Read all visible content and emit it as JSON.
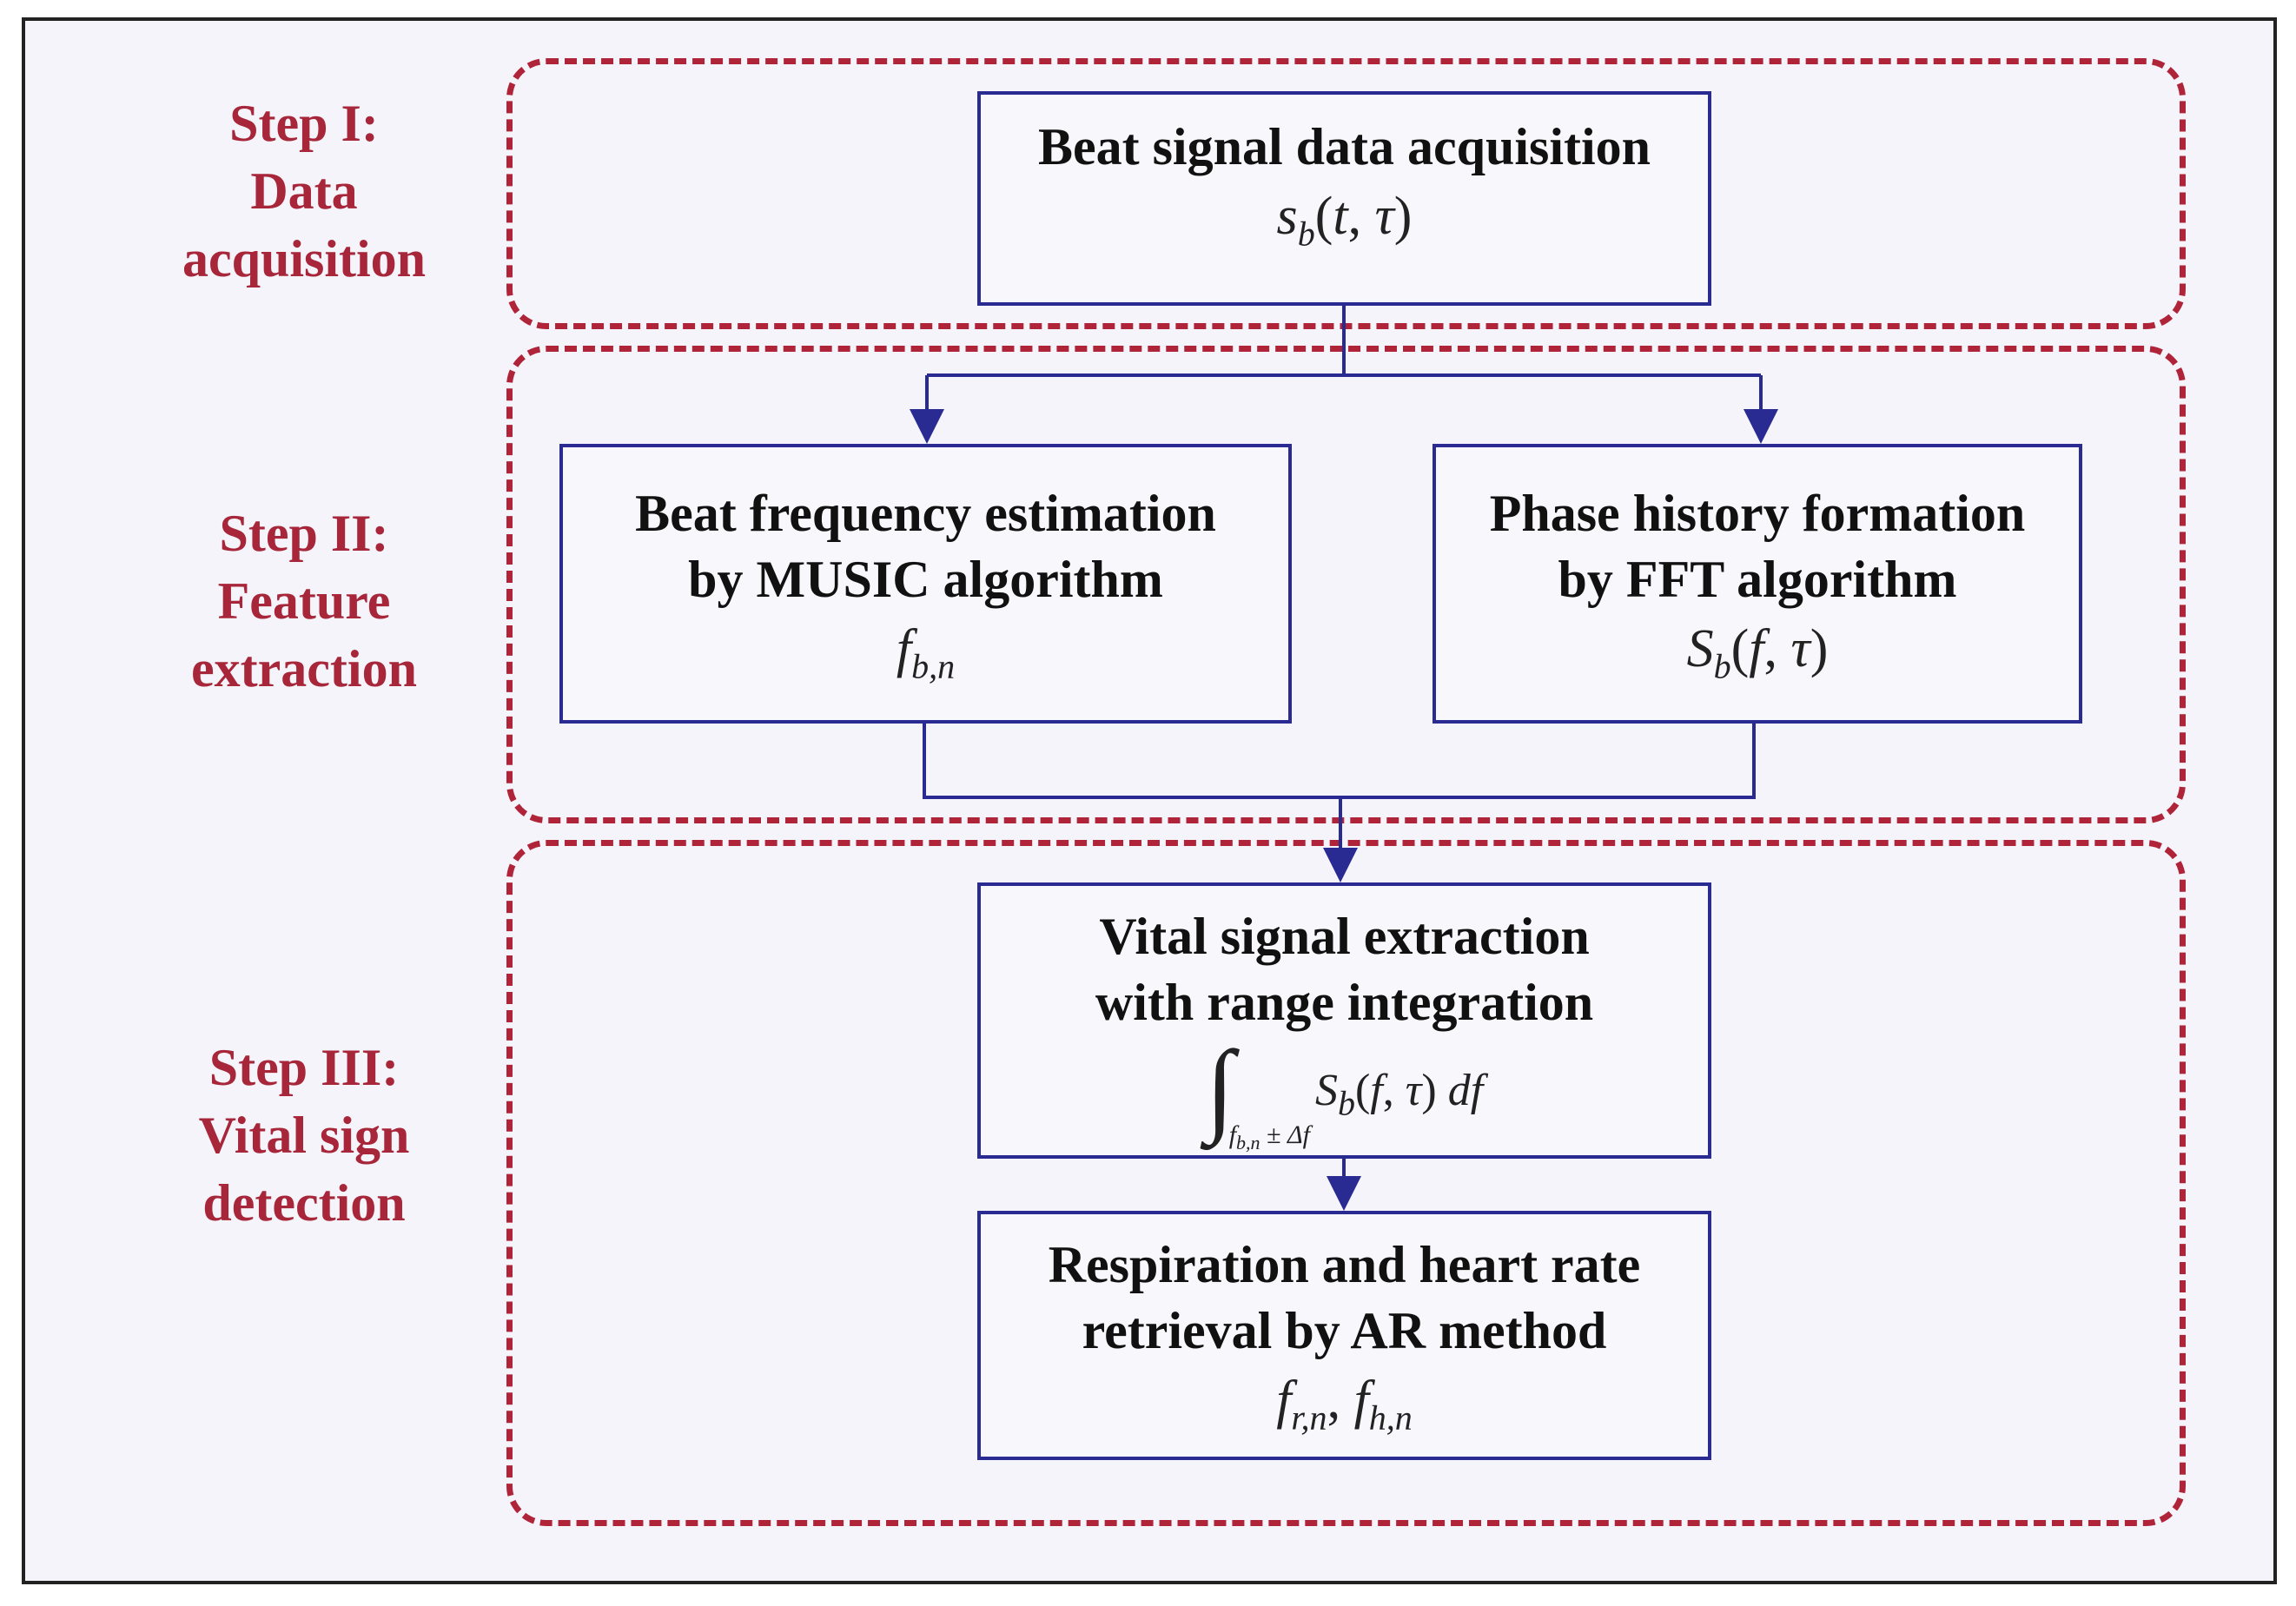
{
  "steps": [
    {
      "line1": "Step I:",
      "line2": "Data",
      "line3": "acquisition"
    },
    {
      "line1": "Step II:",
      "line2": "Feature",
      "line3": "extraction"
    },
    {
      "line1": "Step III:",
      "line2": "Vital sign",
      "line3": "detection"
    }
  ],
  "boxes": {
    "acquisition": {
      "title": "Beat signal data acquisition"
    },
    "music": {
      "line1": "Beat frequency estimation",
      "line2": "by MUSIC algorithm"
    },
    "fft": {
      "line1": "Phase history formation",
      "line2": "by FFT algorithm"
    },
    "extraction": {
      "line1": "Vital signal extraction",
      "line2": "with range integration"
    },
    "retrieval": {
      "line1": "Respiration and heart rate",
      "line2": "retrieval by AR method"
    }
  },
  "colors": {
    "step_red": "#a8263a",
    "flow_blue": "#2a2a93"
  }
}
